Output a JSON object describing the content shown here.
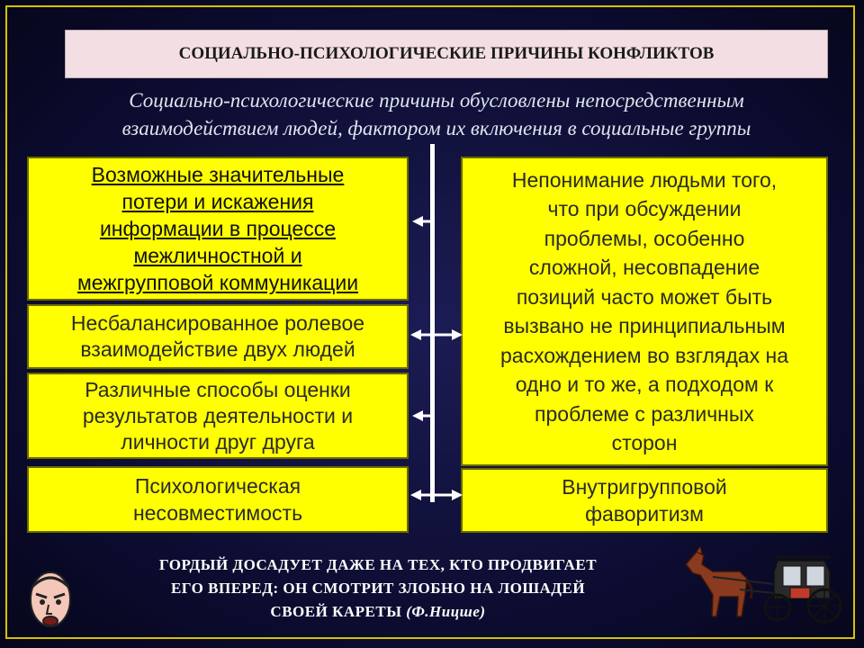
{
  "title": "СОЦИАЛЬНО-ПСИХОЛОГИЧЕСКИЕ ПРИЧИНЫ КОНФЛИКТОВ",
  "subtitle_line1": "Социально-психологические причины обусловлены непосредственным",
  "subtitle_line2": "взаимодействием людей, фактором их включения в социальные группы",
  "left_boxes": {
    "box1": [
      "Возможные значительные",
      "потери и искажения",
      "информации в процессе",
      "межличностной и",
      "межгрупповой коммуникации"
    ],
    "box2": [
      "Несбалансированное ролевое",
      "взаимодействие двух людей"
    ],
    "box3": [
      "Различные способы оценки",
      "результатов деятельности и",
      "личности друг друга"
    ],
    "box4": [
      "Психологическая",
      "несовместимость"
    ]
  },
  "right_boxes": {
    "box1": [
      "Непонимание людьми того,",
      "что при обсуждении",
      "проблемы, особенно",
      "сложной, несовпадение",
      "позиций часто может быть",
      "вызвано не принципиальным",
      "расхождением во взглядах на",
      "одно и то же, а подходом к",
      "проблеме с различных",
      "сторон"
    ],
    "box2": [
      "Внутригрупповой",
      "фаворитизм"
    ]
  },
  "quote": {
    "line1": "ГОРДЫЙ ДОСАДУЕТ ДАЖЕ НА ТЕХ, КТО ПРОДВИГАЕТ",
    "line2": "ЕГО ВПЕРЕД: ОН СМОТРИТ ЗЛОБНО НА ЛОШАДЕЙ",
    "line3": "СВОЕЙ КАРЕТЫ",
    "author": "(Ф.Ницше)"
  },
  "icons": [
    "angry-face-icon",
    "horse-carriage-icon"
  ],
  "colors": {
    "background": "#0b0b2e",
    "box": "#ffff00",
    "title_box": "#f3dfe3",
    "frame": "#d4c200"
  }
}
